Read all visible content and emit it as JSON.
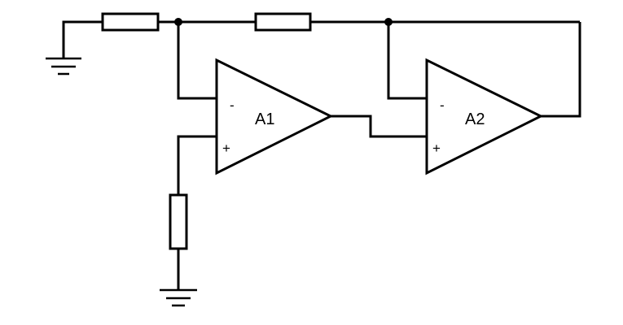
{
  "diagram": {
    "opamps": [
      {
        "label": "A1",
        "inverting_sign": "-",
        "noninverting_sign": "+"
      },
      {
        "label": "A2",
        "inverting_sign": "-",
        "noninverting_sign": "+"
      }
    ],
    "resistor_count": 3,
    "ground_count": 2,
    "junction_count": 2,
    "colors": {
      "stroke": "#000000",
      "background": "#ffffff"
    }
  }
}
